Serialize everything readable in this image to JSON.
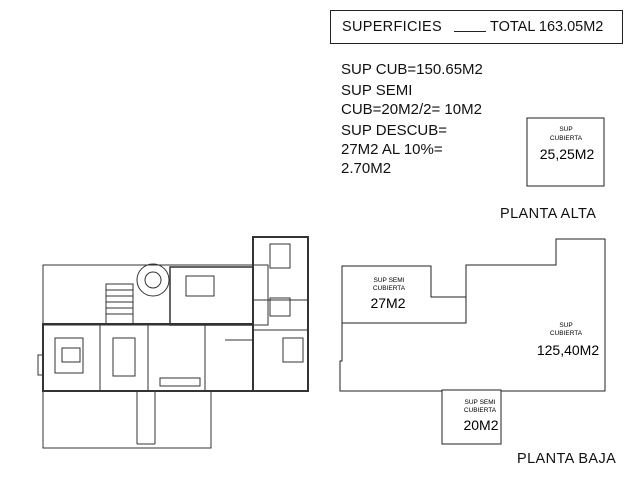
{
  "summary": {
    "title": "SUPERFICIES",
    "total": "TOTAL 163.05M2"
  },
  "calculations": {
    "line1": "SUP CUB=150.65M2",
    "line2": "SUP SEMI",
    "line3": "CUB=20M2/2= 10M2",
    "line4": "SUP DESCUB=",
    "line5": "27M2 AL 10%=",
    "line6": "2.70M2"
  },
  "upper_floor": {
    "name": "PLANTA ALTA",
    "area_label_1": "SUP",
    "area_label_2": "CUBIERTA",
    "area_value": "25,25M2"
  },
  "ground_floor": {
    "name": "PLANTA BAJA",
    "semi_left_label_1": "SUP SEMI",
    "semi_left_label_2": "CUBIERTA",
    "semi_left_value": "27M2",
    "main_label_1": "SUP",
    "main_label_2": "CUBIERTA",
    "main_value": "125,40M2",
    "semi_bottom_label_1": "SUP SEMI",
    "semi_bottom_label_2": "CUBIERTA",
    "semi_bottom_value": "20M2"
  }
}
